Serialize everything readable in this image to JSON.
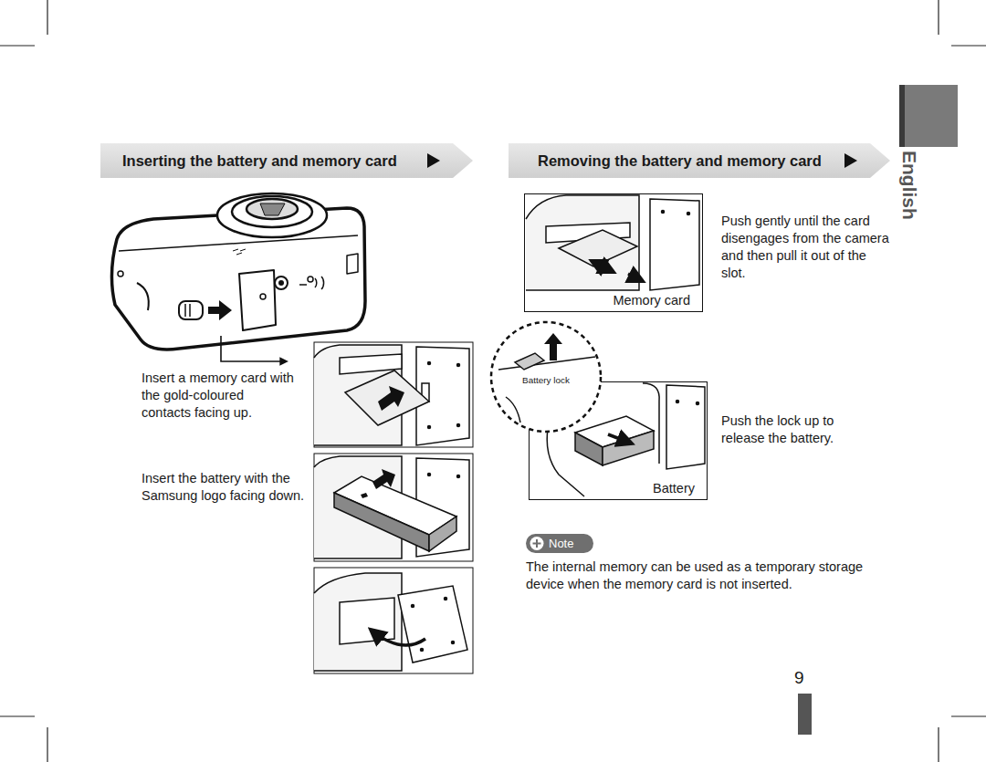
{
  "diagram": {
    "nodes": [
      {
        "text": [
          "Inserting the battery and memory card"
        ]
      },
      {
        "text": [
          "Removing the battery and memory card"
        ]
      },
      {
        "text": [
          "Memory card"
        ]
      },
      {
        "text": [
          "Battery lock"
        ]
      },
      {
        "text": [
          "Battery"
        ]
      },
      {
        "text": [
          "Note"
        ]
      }
    ],
    "labels": [
      "English",
      "Insert a memory card with the gold-coloured contacts facing up.",
      "Insert the battery with the Samsung logo facing down.",
      "Push gently until the card disengages from the camera and then pull it out of the slot.",
      "Push the lock up to release the battery.",
      "The internal memory can be used as a temporary storage device when the memory card is not inserted.",
      "9"
    ]
  }
}
